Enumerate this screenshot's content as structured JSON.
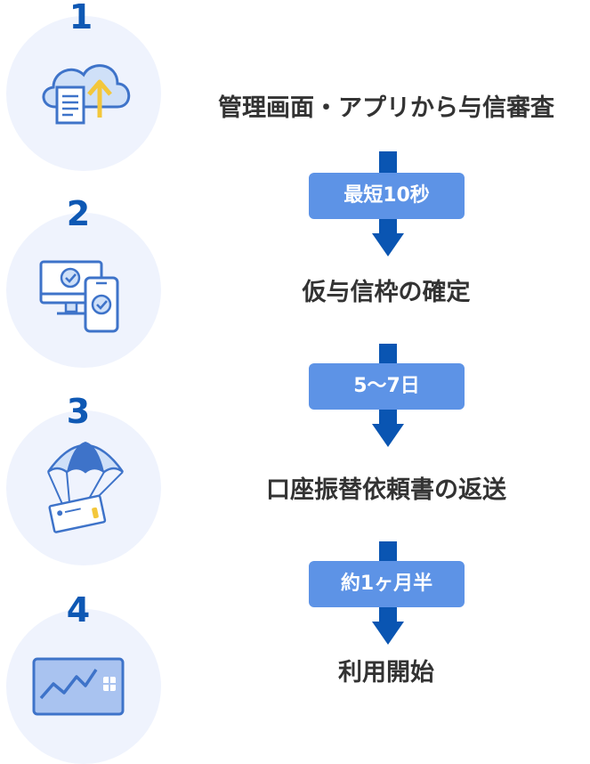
{
  "steps": [
    {
      "number": "1",
      "label": "管理画面・アプリから与信審査",
      "icon": "cloud-upload-document-icon"
    },
    {
      "number": "2",
      "label": "仮与信枠の確定",
      "icon": "monitor-phone-check-icon"
    },
    {
      "number": "3",
      "label": "口座振替依頼書の返送",
      "icon": "parachute-envelope-icon"
    },
    {
      "number": "4",
      "label": "利用開始",
      "icon": "credit-card-chart-icon"
    }
  ],
  "durations": [
    "最短10秒",
    "5〜7日",
    "約1ヶ月半"
  ],
  "colors": {
    "circle_bg": "#eff3fd",
    "number": "#0e58b4",
    "arrow": "#0a55b2",
    "pill": "#5d93e6",
    "label_text": "#333333",
    "icon_yellow": "#f3c73b"
  }
}
